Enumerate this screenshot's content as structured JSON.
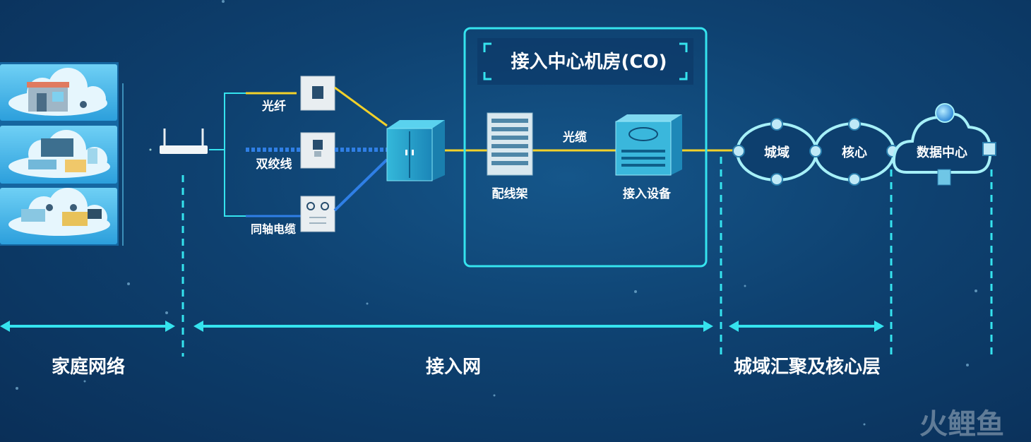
{
  "title": "接入中心机房(CO)",
  "media": {
    "fiber": "光纤",
    "twisted_pair": "双绞线",
    "coax": "同轴电缆"
  },
  "co": {
    "patch_panel": "配线架",
    "cable": "光缆",
    "access_device": "接入设备"
  },
  "core": {
    "metro": "城域",
    "core": "核心",
    "datacenter": "数据中心"
  },
  "sections": {
    "home": "家庭网络",
    "access": "接入网",
    "metro_core": "城域汇聚及核心层"
  },
  "watermark": "火鲤鱼",
  "colors": {
    "accent": "#35e3ee",
    "fiber": "#f2d12a",
    "twisted": "#2f7fe6",
    "bg": "#0e4170"
  }
}
